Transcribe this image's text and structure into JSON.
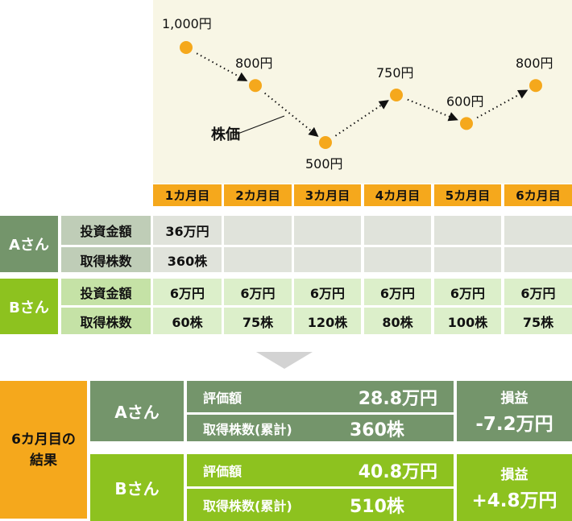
{
  "colors": {
    "orange": "#F5A81C",
    "a_green": "#74956B",
    "b_green": "#8DC21F",
    "dot": "#F5A81C"
  },
  "chart_data": {
    "type": "line",
    "title": "",
    "series_label": "株価",
    "categories": [
      "1カ月目",
      "2カ月目",
      "3カ月目",
      "4カ月目",
      "5カ月目",
      "6カ月目"
    ],
    "values": [
      1000,
      800,
      500,
      750,
      600,
      800
    ],
    "value_labels": [
      "1,000円",
      "800円",
      "500円",
      "750円",
      "600円",
      "800円"
    ],
    "unit": "円"
  },
  "table": {
    "months": [
      "1カ月目",
      "2カ月目",
      "3カ月目",
      "4カ月目",
      "5カ月目",
      "6カ月目"
    ],
    "a": {
      "name": "Aさん",
      "row_labels": [
        "投資金額",
        "取得株数"
      ],
      "invest": [
        "36万円",
        "",
        "",
        "",
        "",
        ""
      ],
      "shares": [
        "360株",
        "",
        "",
        "",
        "",
        ""
      ]
    },
    "b": {
      "name": "Bさん",
      "row_labels": [
        "投資金額",
        "取得株数"
      ],
      "invest": [
        "6万円",
        "6万円",
        "6万円",
        "6万円",
        "6万円",
        "6万円"
      ],
      "shares": [
        "60株",
        "75株",
        "120株",
        "80株",
        "100株",
        "75株"
      ]
    }
  },
  "result": {
    "title_line1": "6カ月目の",
    "title_line2": "結果",
    "a": {
      "name": "Aさん",
      "value_label": "評価額",
      "value": "28.8万円",
      "shares_label": "取得株数(累計)",
      "shares": "360株",
      "pl_label": "損益",
      "pl": "-7.2万円"
    },
    "b": {
      "name": "Bさん",
      "value_label": "評価額",
      "value": "40.8万円",
      "shares_label": "取得株数(累計)",
      "shares": "510株",
      "pl_label": "損益",
      "pl": "+4.8万円"
    }
  }
}
